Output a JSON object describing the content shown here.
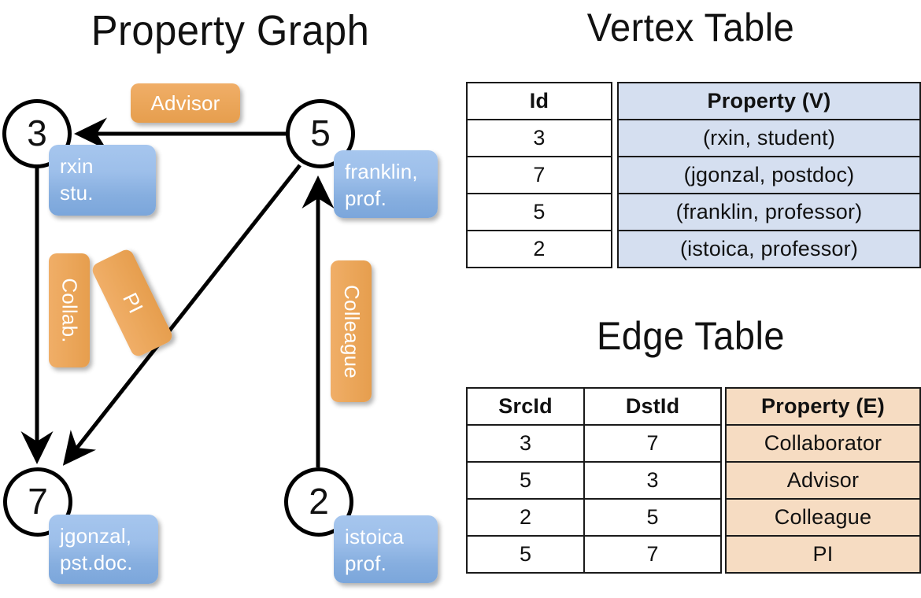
{
  "panels": {
    "graph_title": "Property Graph",
    "vertex_table_title": "Vertex Table",
    "edge_table_title": "Edge Table"
  },
  "colors": {
    "vertex_property_bg": "#d5dff0",
    "edge_property_bg": "#f6dcc2",
    "node_box_blue": "#9dbfea",
    "edge_label_orange": "#eca85d",
    "stroke": "#000000"
  },
  "graph": {
    "nodes": [
      {
        "id": "3",
        "property_line1": "rxin",
        "property_line2": "stu."
      },
      {
        "id": "5",
        "property_line1": "franklin,",
        "property_line2": "prof."
      },
      {
        "id": "7",
        "property_line1": "jgonzal,",
        "property_line2": "pst.doc."
      },
      {
        "id": "2",
        "property_line1": "istoica",
        "property_line2": "prof."
      }
    ],
    "edge_labels": [
      {
        "name": "advisor",
        "text": "Advisor"
      },
      {
        "name": "collab",
        "text": "Collab."
      },
      {
        "name": "pi",
        "text": "PI"
      },
      {
        "name": "colleague",
        "text": "Colleague"
      }
    ]
  },
  "vertex_table": {
    "columns": [
      "Id",
      "Property (V)"
    ],
    "rows": [
      {
        "id": "3",
        "property": "(rxin, student)"
      },
      {
        "id": "7",
        "property": "(jgonzal, postdoc)"
      },
      {
        "id": "5",
        "property": "(franklin, professor)"
      },
      {
        "id": "2",
        "property": "(istoica, professor)"
      }
    ]
  },
  "edge_table": {
    "columns": [
      "SrcId",
      "DstId",
      "Property (E)"
    ],
    "rows": [
      {
        "src": "3",
        "dst": "7",
        "property": "Collaborator"
      },
      {
        "src": "5",
        "dst": "3",
        "property": "Advisor"
      },
      {
        "src": "2",
        "dst": "5",
        "property": "Colleague"
      },
      {
        "src": "5",
        "dst": "7",
        "property": "PI"
      }
    ]
  }
}
